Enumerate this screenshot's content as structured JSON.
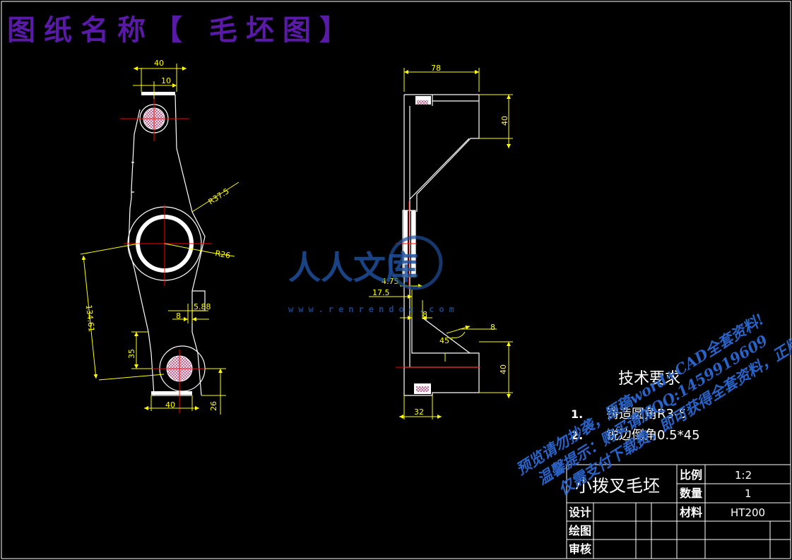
{
  "header": {
    "title": "图纸名称【 毛坯图】"
  },
  "dimensions": {
    "front_40_top": "40",
    "front_10": "10",
    "front_r37_5": "R37.5",
    "front_r26": "R26",
    "front_134_61": "134.61",
    "front_5_88": "5.88",
    "front_8": "8",
    "front_35": "35",
    "front_40_bottom": "40",
    "front_26": "26",
    "side_78": "78",
    "side_40_top": "40",
    "side_4_75": "4.75",
    "side_17_5": "17.5",
    "side_8_left": "8",
    "side_8_right": "8",
    "side_45": "45°",
    "side_40_right": "40",
    "side_32": "32"
  },
  "tech_requirements": {
    "heading": "技术要求",
    "items": [
      {
        "num": "1.",
        "text": "铸造圆角R3-5"
      },
      {
        "num": "2.",
        "text": "锐边倒角0.5*45"
      }
    ]
  },
  "title_block": {
    "part_name": "小拨叉毛坯",
    "scale_label": "比例",
    "scale_value": "1:2",
    "quantity_label": "数量",
    "quantity_value": "1",
    "material_label": "材料",
    "material_value": "HT200",
    "design_label": "设计",
    "drawing_label": "绘图",
    "review_label": "审核"
  },
  "watermark": {
    "brand": "人人文库",
    "url": "www.renrendoc.com",
    "line1": "预览请勿抄袭，原稿word+CAD全套资料!",
    "line2": "温馨提示：购买请加QQ:1459919609",
    "line3": "仅需支付下载费，即可获得全套资料，正版!"
  },
  "colors": {
    "background": "#000000",
    "outline": "#ffffff",
    "dimension": "#ffff00",
    "centerline": "#ff0000",
    "title": "#5a1aa8",
    "watermark": "#1e4f9a"
  }
}
